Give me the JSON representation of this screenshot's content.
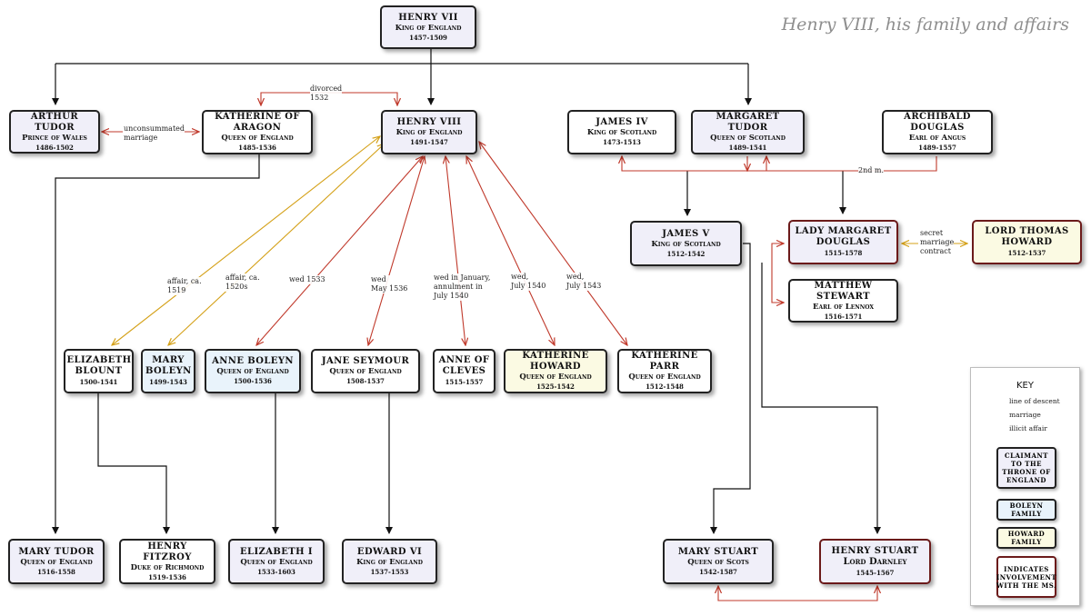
{
  "title": "Henry VIII, his family and affairs",
  "people": {
    "henry7": {
      "name": "Henry VII",
      "title": "King of England",
      "years": "1457-1509"
    },
    "arthur": {
      "name": "Arthur Tudor",
      "title": "Prince of Wales",
      "years": "1486-1502"
    },
    "katherine_aragon": {
      "name": "Katherine of Aragon",
      "title": "Queen of England",
      "years": "1485-1536"
    },
    "henry8": {
      "name": "Henry VIII",
      "title": "King of England",
      "years": "1491-1547"
    },
    "james4": {
      "name": "James IV",
      "title": "King of Scotland",
      "years": "1473-1513"
    },
    "margaret_tudor": {
      "name": "Margaret Tudor",
      "title": "Queen of Scotland",
      "years": "1489-1541"
    },
    "archibald": {
      "name": "Archibald Douglas",
      "title": "Earl of Angus",
      "years": "1489-1557"
    },
    "james5": {
      "name": "James V",
      "title": "King of Scotland",
      "years": "1512-1542"
    },
    "margaret_douglas": {
      "name": "Lady Margaret Douglas",
      "title": "",
      "years": "1515-1578"
    },
    "thomas_howard": {
      "name": "Lord Thomas Howard",
      "title": "",
      "years": "1512-1537"
    },
    "matthew_stewart": {
      "name": "Matthew Stewart",
      "title": "Earl of Lennox",
      "years": "1516-1571"
    },
    "elizabeth_blount": {
      "name": "Elizabeth Blount",
      "title": "",
      "years": "1500-1541"
    },
    "mary_boleyn": {
      "name": "Mary Boleyn",
      "title": "",
      "years": "1499-1543"
    },
    "anne_boleyn": {
      "name": "Anne Boleyn",
      "title": "Queen of England",
      "years": "1500-1536"
    },
    "jane_seymour": {
      "name": "Jane Seymour",
      "title": "Queen of England",
      "years": "1508-1537"
    },
    "anne_cleves": {
      "name": "Anne of Cleves",
      "title": "",
      "years": "1515-1557"
    },
    "katherine_howard": {
      "name": "Katherine Howard",
      "title": "Queen of England",
      "years": "1525-1542"
    },
    "katherine_parr": {
      "name": "Katherine Parr",
      "title": "Queen of England",
      "years": "1512-1548"
    },
    "mary_tudor": {
      "name": "Mary Tudor",
      "title": "Queen of England",
      "years": "1516-1558"
    },
    "henry_fitzroy": {
      "name": "Henry Fitzroy",
      "title": "Duke of Richmond",
      "years": "1519-1536"
    },
    "elizabeth1": {
      "name": "Elizabeth I",
      "title": "Queen of England",
      "years": "1533-1603"
    },
    "edward6": {
      "name": "Edward VI",
      "title": "King of England",
      "years": "1537-1553"
    },
    "mary_stuart": {
      "name": "Mary Stuart",
      "title": "Queen of Scots",
      "years": "1542-1587"
    },
    "henry_stuart": {
      "name": "Henry Stuart",
      "title": "Lord Darnley",
      "years": "1545-1567"
    }
  },
  "labels": {
    "divorced": "divorced\n1532",
    "unconsummated": "unconsummated\nmarriage",
    "second_m": "2nd m.",
    "secret": "secret\nmarriage\ncontract",
    "affair1519": "affair, ca.\n1519",
    "affair1520s": "affair, ca.\n1520s",
    "wed1533": "wed 1533",
    "wed1536": "wed\nMay 1536",
    "wed1540jan": "wed in January,\nannulment in\nJuly 1540",
    "wed1540jul": "wed,\nJuly 1540",
    "wed1543": "wed,\nJuly 1543"
  },
  "key": {
    "title": "KEY",
    "descent": "line of descent",
    "marriage": "marriage",
    "affair": "illicit affair",
    "claimant": "Claimant to the throne of England",
    "boleyn": "Boleyn Family",
    "howard": "Howard Family",
    "ms": "Indicates involvement with the MS."
  },
  "colors": {
    "descent": "#111111",
    "marriage": "#c0392b",
    "affair": "#d4a017",
    "claimant": "#f0eff9",
    "boleyn": "#e9f3fb",
    "howard": "#fbfae3",
    "ms_border": "#6b1a1a"
  }
}
